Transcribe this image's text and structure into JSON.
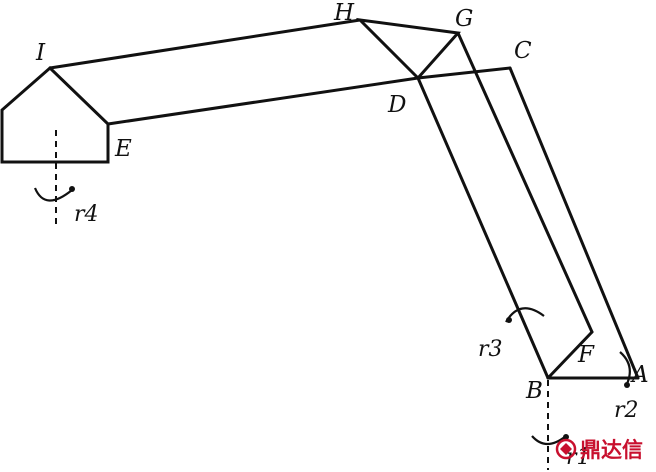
{
  "points": {
    "I": "I",
    "H": "H",
    "G": "G",
    "C": "C",
    "D": "D",
    "E": "E",
    "F": "F",
    "A": "A",
    "B": "B"
  },
  "rotations": {
    "r1": "r1",
    "r2": "r2",
    "r3": "r3",
    "r4": "r4"
  },
  "watermark": {
    "text": "鼎达信",
    "color": "#c8102e"
  }
}
